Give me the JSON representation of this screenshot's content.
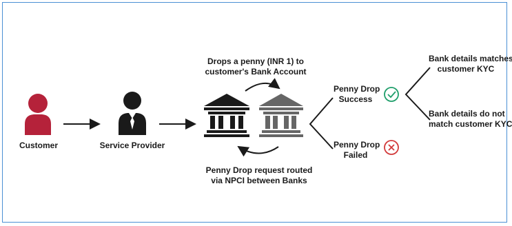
{
  "nodes": {
    "customer": "Customer",
    "service_provider": "Service Provider",
    "drop_text_line1": "Drops a penny (INR 1) to",
    "drop_text_line2": "customer's Bank Account",
    "request_text_line1": "Penny Drop request routed",
    "request_text_line2": "via NPCI between Banks",
    "success_line1": "Penny Drop",
    "success_line2": "Success",
    "failed_line1": "Penny Drop",
    "failed_line2": "Failed",
    "match_line1": "Bank details matches",
    "match_line2": "customer KYC",
    "nomatch_line1": "Bank details do not",
    "nomatch_line2": "match customer KYC"
  },
  "colors": {
    "customer_icon": "#b5223a",
    "provider_icon": "#1a1a1a",
    "bank_left": "#1a1a1a",
    "bank_right": "#666666",
    "success": "#1e9e6a",
    "failed": "#d2393a",
    "frame_border": "#4a8fd4"
  },
  "icons": [
    "customer-person-icon",
    "service-provider-icon",
    "bank-icon",
    "bank-icon",
    "check-circle-icon",
    "cross-circle-icon"
  ]
}
